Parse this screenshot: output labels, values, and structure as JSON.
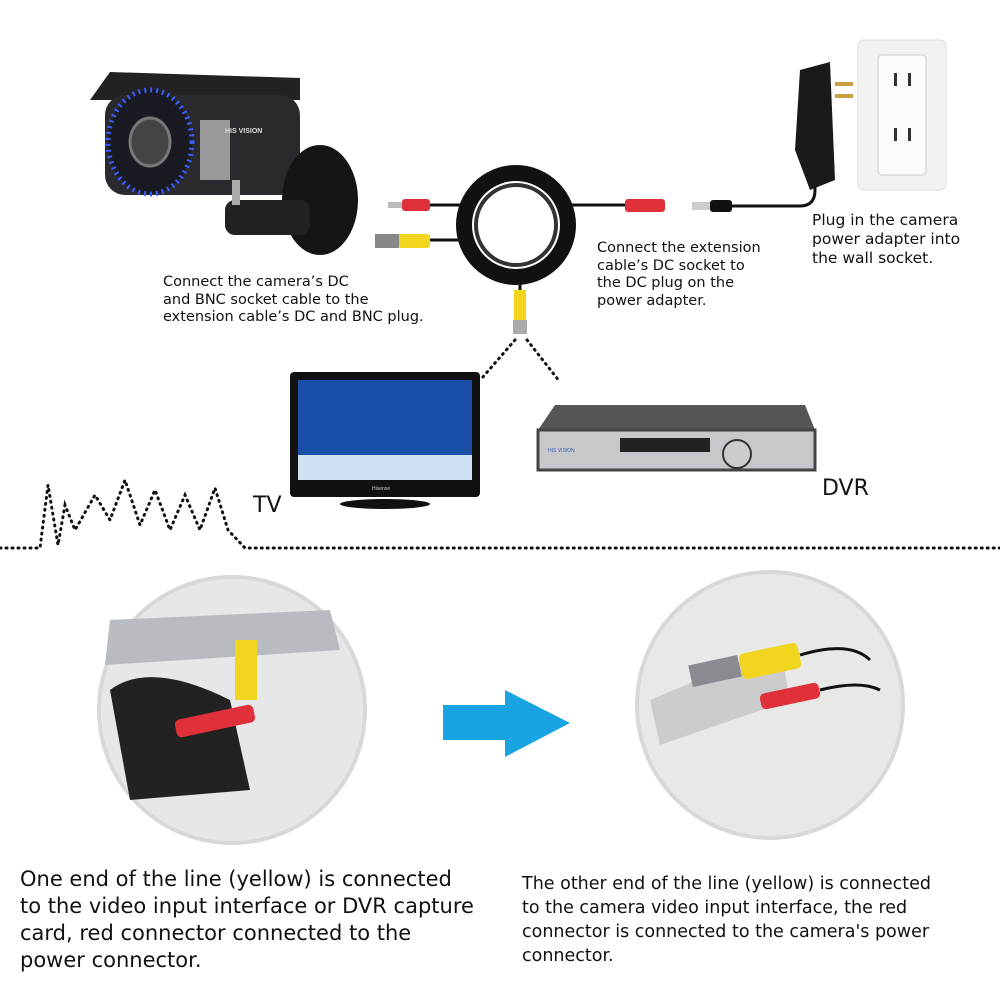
{
  "top": {
    "camera_brand": "HIS VISION",
    "caption_camera": [
      "Connect the camera’s DC",
      "and BNC socket cable to the",
      "extension cable’s DC and BNC plug."
    ],
    "caption_extension": [
      "Connect the extension",
      "cable’s DC socket to",
      "the DC plug on the",
      "power adapter."
    ],
    "caption_adapter": [
      "Plug in the camera",
      "power adapter into",
      "the wall socket."
    ],
    "tv_label": "TV",
    "dvr_label": "DVR",
    "tv_brand": "Hisense",
    "dvr_brand": "HIS VISION"
  },
  "bottom": {
    "left_text": [
      "One end of the line (yellow) is connected",
      "to the video input interface or DVR capture",
      "card, red connector connected to the",
      "power connector."
    ],
    "right_text": [
      "The other end of the line (yellow) is connected",
      "to the camera video input interface, the red",
      "connector is connected to the camera's power",
      "connector."
    ]
  },
  "colors": {
    "arrow": "#1aa3e3",
    "yellow": "#f2d51e",
    "red": "#e0303a",
    "led": "#3a5cff"
  }
}
